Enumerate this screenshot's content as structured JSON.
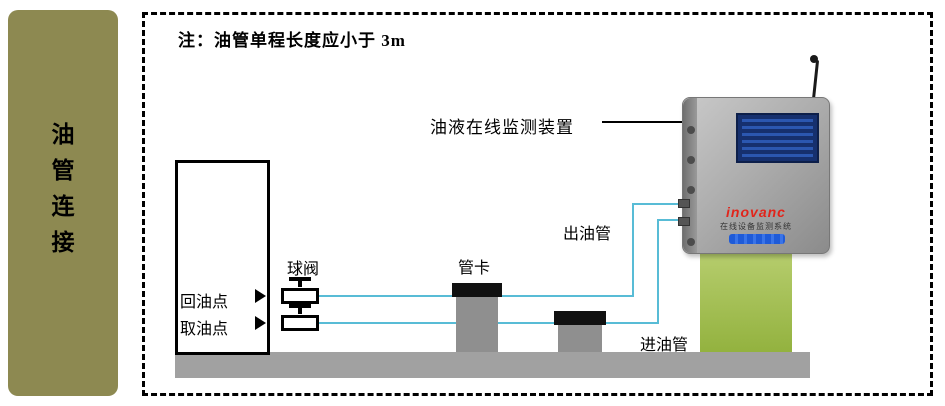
{
  "sidebar": {
    "chars": [
      "油",
      "管",
      "连",
      "接"
    ]
  },
  "note": "注：油管单程长度应小于 3m",
  "labels": {
    "device_label": "油液在线监测装置",
    "ball_valve": "球阀",
    "pipe_clamp": "管卡",
    "oil_return_point": "回油点",
    "oil_sampling_point": "取油点",
    "oil_outlet_pipe": "出油管",
    "oil_inlet_pipe": "进油管"
  },
  "device": {
    "brand": "inovanc",
    "caption": "在线设备监测系统"
  },
  "colors": {
    "sidebar_bg": "#8d8951",
    "pipe": "#58bcd6",
    "ground": "#a1a1a1",
    "clamp": "#8f8f8f",
    "pedestal_green": "#a3bd52",
    "brand_red": "#e1251b",
    "screen_blue": "#16306e"
  }
}
